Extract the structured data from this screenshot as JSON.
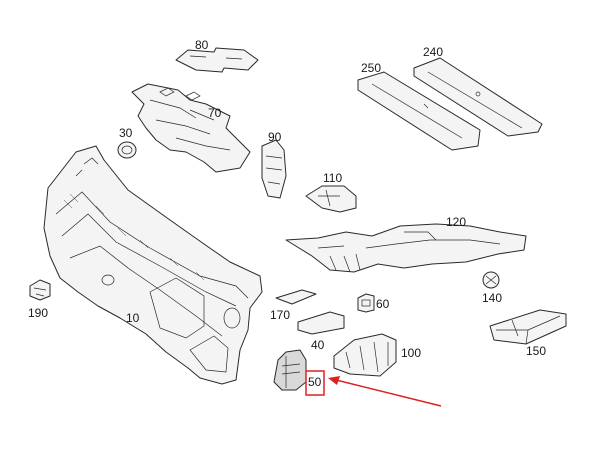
{
  "diagram": {
    "highlight_color": "#e02020",
    "callouts": [
      {
        "id": "p10",
        "text": "10"
      },
      {
        "id": "p30",
        "text": "30"
      },
      {
        "id": "p40",
        "text": "40"
      },
      {
        "id": "p50",
        "text": "50"
      },
      {
        "id": "p60",
        "text": "60"
      },
      {
        "id": "p70",
        "text": "70"
      },
      {
        "id": "p80",
        "text": "80"
      },
      {
        "id": "p90",
        "text": "90"
      },
      {
        "id": "p100",
        "text": "100"
      },
      {
        "id": "p110",
        "text": "110"
      },
      {
        "id": "p120",
        "text": "120"
      },
      {
        "id": "p140",
        "text": "140"
      },
      {
        "id": "p150",
        "text": "150"
      },
      {
        "id": "p170",
        "text": "170"
      },
      {
        "id": "p190",
        "text": "190"
      },
      {
        "id": "p240",
        "text": "240"
      },
      {
        "id": "p250",
        "text": "250"
      }
    ],
    "highlighted_part": "50"
  }
}
